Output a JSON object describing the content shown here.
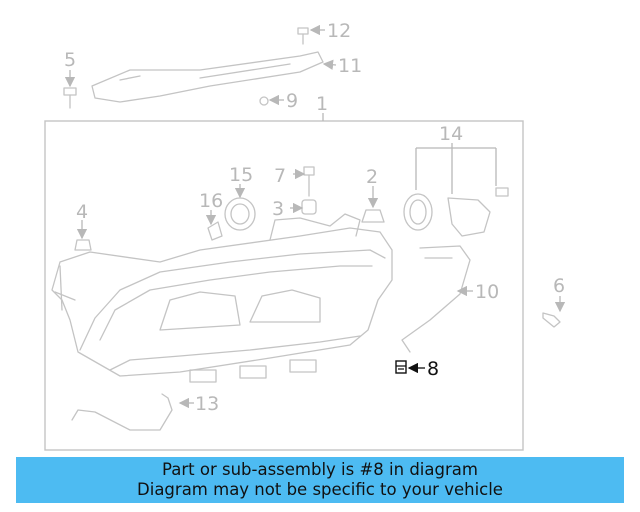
{
  "diagram": {
    "callouts": [
      {
        "label": "1"
      },
      {
        "label": "2"
      },
      {
        "label": "3"
      },
      {
        "label": "4"
      },
      {
        "label": "5"
      },
      {
        "label": "6"
      },
      {
        "label": "7"
      },
      {
        "label": "8"
      },
      {
        "label": "9"
      },
      {
        "label": "10"
      },
      {
        "label": "11"
      },
      {
        "label": "12"
      },
      {
        "label": "13"
      },
      {
        "label": "14"
      },
      {
        "label": "15"
      },
      {
        "label": "16"
      }
    ],
    "highlighted_callout": "8",
    "colors": {
      "line": "#c4c4c4",
      "label": "#b8b8b8",
      "highlight": "#111111"
    }
  },
  "banner": {
    "line1": "Part or sub-assembly is #8 in diagram",
    "line2": "Diagram may not be specific to your vehicle",
    "color": "#4dbbf2"
  }
}
